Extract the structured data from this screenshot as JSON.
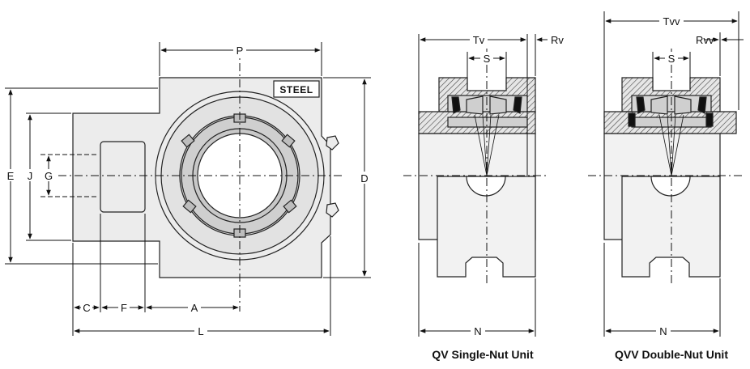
{
  "front_view": {
    "badge": "STEEL",
    "dims": {
      "P": "P",
      "E": "E",
      "J": "J",
      "G": "G",
      "D": "D",
      "C": "C",
      "F": "F",
      "A": "A",
      "L": "L"
    }
  },
  "qv_view": {
    "dims": {
      "Tv": "Tv",
      "Rv": "Rv",
      "S": "S",
      "N": "N"
    },
    "caption": "QV Single-Nut Unit"
  },
  "qvv_view": {
    "dims": {
      "Tvv": "Tvv",
      "Rvv": "Rvv",
      "S": "S",
      "N": "N"
    },
    "caption": "QVV Double-Nut Unit"
  },
  "colors": {
    "outline": "#222222",
    "housing_fill": "#ececec",
    "hatch": "#444444",
    "seal": "#111111"
  }
}
